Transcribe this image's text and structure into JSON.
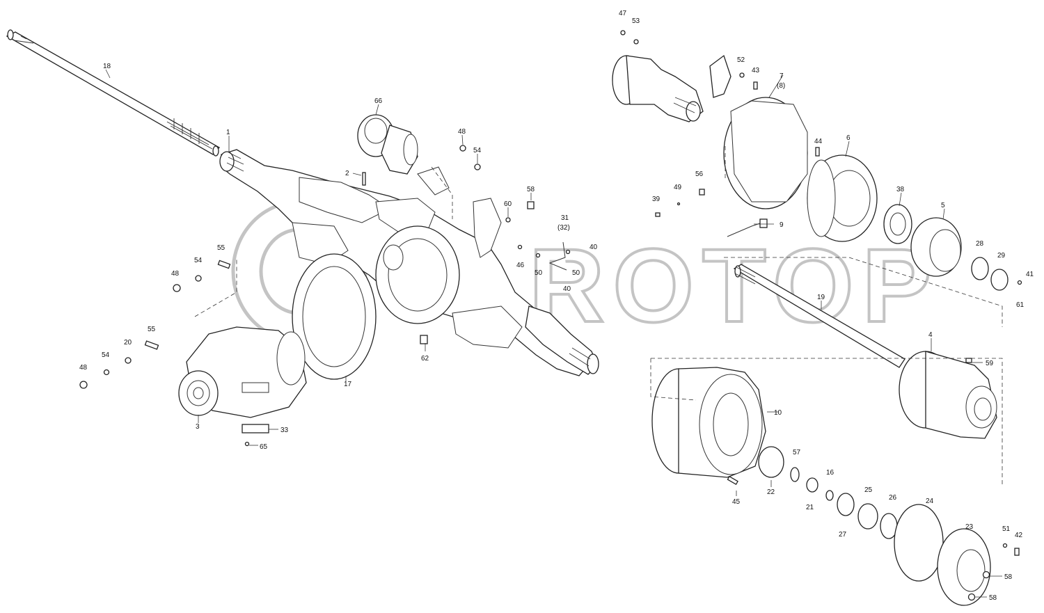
{
  "watermark": {
    "text": "ROTOP",
    "color": "#c4c4c4"
  },
  "labels": [
    "18",
    "1",
    "66",
    "2",
    "48",
    "54",
    "58",
    "60",
    "31",
    "(32)",
    "46",
    "50",
    "40",
    "50",
    "40",
    "55",
    "54",
    "48",
    "55",
    "20",
    "54",
    "48",
    "3",
    "33",
    "65",
    "17",
    "62",
    "47",
    "53",
    "52",
    "43",
    "7",
    "(8)",
    "44",
    "6",
    "56",
    "49",
    "39",
    "9",
    "38",
    "5",
    "28",
    "29",
    "41",
    "61",
    "19",
    "4",
    "59",
    "10",
    "57",
    "16",
    "22",
    "45",
    "21",
    "25",
    "26",
    "24",
    "27",
    "23",
    "51",
    "42",
    "58",
    "58"
  ],
  "colors": {
    "line": "#222222",
    "background": "#ffffff"
  }
}
